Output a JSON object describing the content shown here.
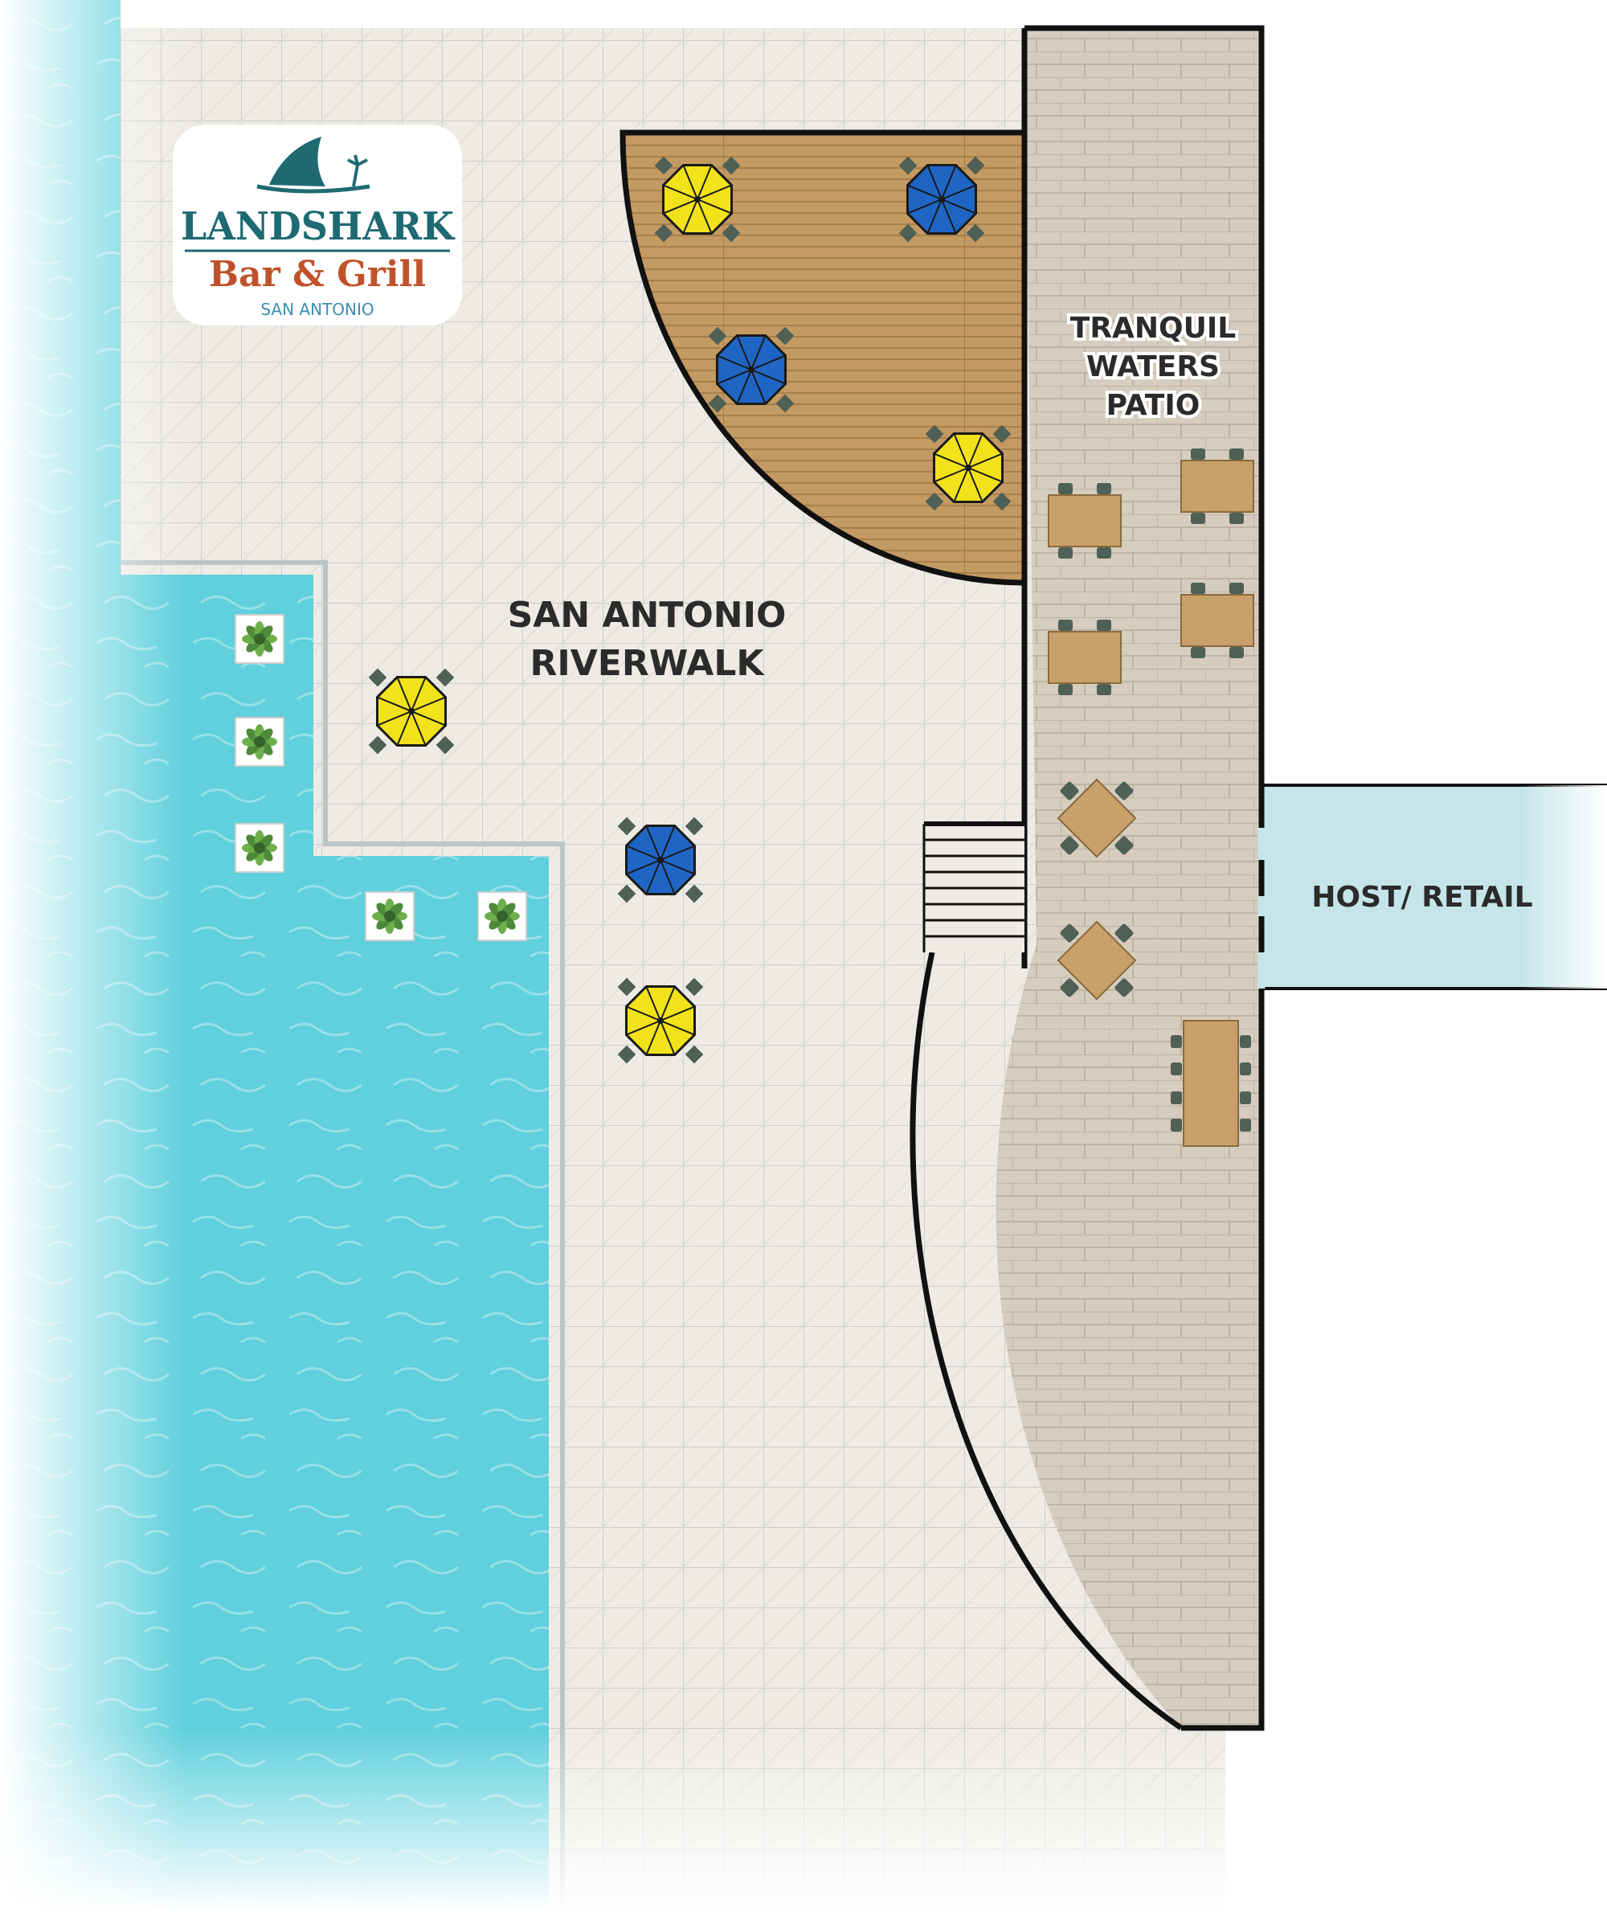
{
  "logo": {
    "brand": "LANDSHARK",
    "subtitle": "Bar & Grill",
    "location": "SAN ANTONIO",
    "icon": "shark-fin-icon",
    "colors": {
      "brand": "#1f6a72",
      "subtitle": "#c0522b",
      "location": "#3a8fb0"
    }
  },
  "labels": {
    "riverwalk": [
      "SAN ANTONIO",
      "RIVERWALK"
    ],
    "patio": [
      "TRANQUIL",
      "WATERS",
      "PATIO"
    ],
    "host": "HOST/ RETAIL"
  },
  "colors": {
    "water": "#5fd0dc",
    "walkway": "#eeebe5",
    "deck": "#c39a62",
    "patio": "#d6cdbf",
    "host_band": "#c6e5ea",
    "umbrella_yellow": "#f2e21a",
    "umbrella_blue": "#1f66c4",
    "table": "#c8a06a",
    "chair": "#4f6056",
    "wall": "#111111"
  },
  "umbrellas": [
    {
      "zone": "deck",
      "color": "yellow"
    },
    {
      "zone": "deck",
      "color": "blue"
    },
    {
      "zone": "deck",
      "color": "blue"
    },
    {
      "zone": "deck",
      "color": "yellow"
    },
    {
      "zone": "riverwalk",
      "color": "yellow"
    },
    {
      "zone": "riverwalk",
      "color": "blue"
    },
    {
      "zone": "riverwalk",
      "color": "yellow"
    }
  ],
  "planters_count": 5,
  "tables": [
    {
      "kind": "square"
    },
    {
      "kind": "square"
    },
    {
      "kind": "square"
    },
    {
      "kind": "square"
    },
    {
      "kind": "diamond"
    },
    {
      "kind": "diamond"
    },
    {
      "kind": "long"
    }
  ]
}
